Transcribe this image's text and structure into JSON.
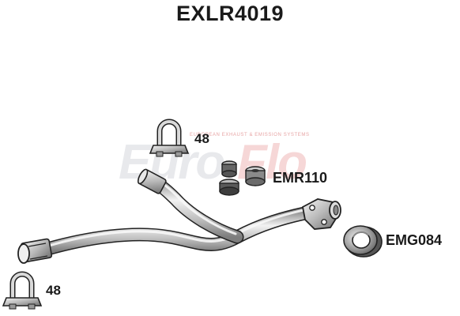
{
  "title": "EXLR4019",
  "watermark": {
    "logo_text": "EuroFlo",
    "tagline": "EUROPEAN EXHAUST & EMISSION SYSTEMS",
    "colors": {
      "grey": "#d6d8de",
      "red": "#f0b8b8"
    }
  },
  "parts": {
    "clamp_top": {
      "icon": "u-bolt-clamp-icon",
      "label": "48"
    },
    "mounting": {
      "icon": "rubber-mount-icon",
      "label": "EMR110"
    },
    "gasket": {
      "icon": "gasket-ring-icon",
      "label": "EMG084"
    },
    "clamp_bottom": {
      "icon": "u-bolt-clamp-icon",
      "label": "48"
    },
    "pipe": {
      "icon": "exhaust-pipe-icon"
    }
  },
  "colors": {
    "line": "#222222",
    "shade": "#a9a9a9",
    "highlight": "#f4f4f4",
    "text": "#1a1a1a"
  }
}
